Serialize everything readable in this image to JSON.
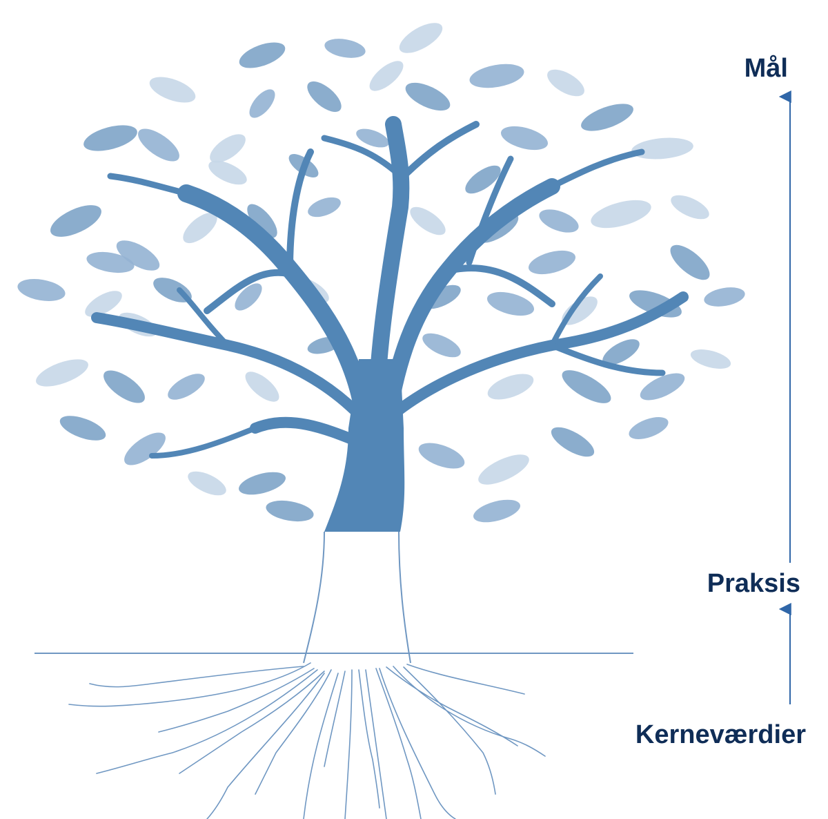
{
  "labels": {
    "goal": "Mål",
    "practice": "Praksis",
    "core_values": "Kerneværdier"
  },
  "colors": {
    "label_text": "#0f2d57",
    "arrow": "#2f66a8",
    "trunk": "#5286b6",
    "root_line": "#6f97c2",
    "leaf_dark": "#7ea4c8",
    "leaf_mid": "#94b3d3",
    "leaf_light": "#c6d7e8"
  },
  "icons": {
    "illustration": "tree-with-roots-icon",
    "arrow": "arrow-up-icon"
  }
}
